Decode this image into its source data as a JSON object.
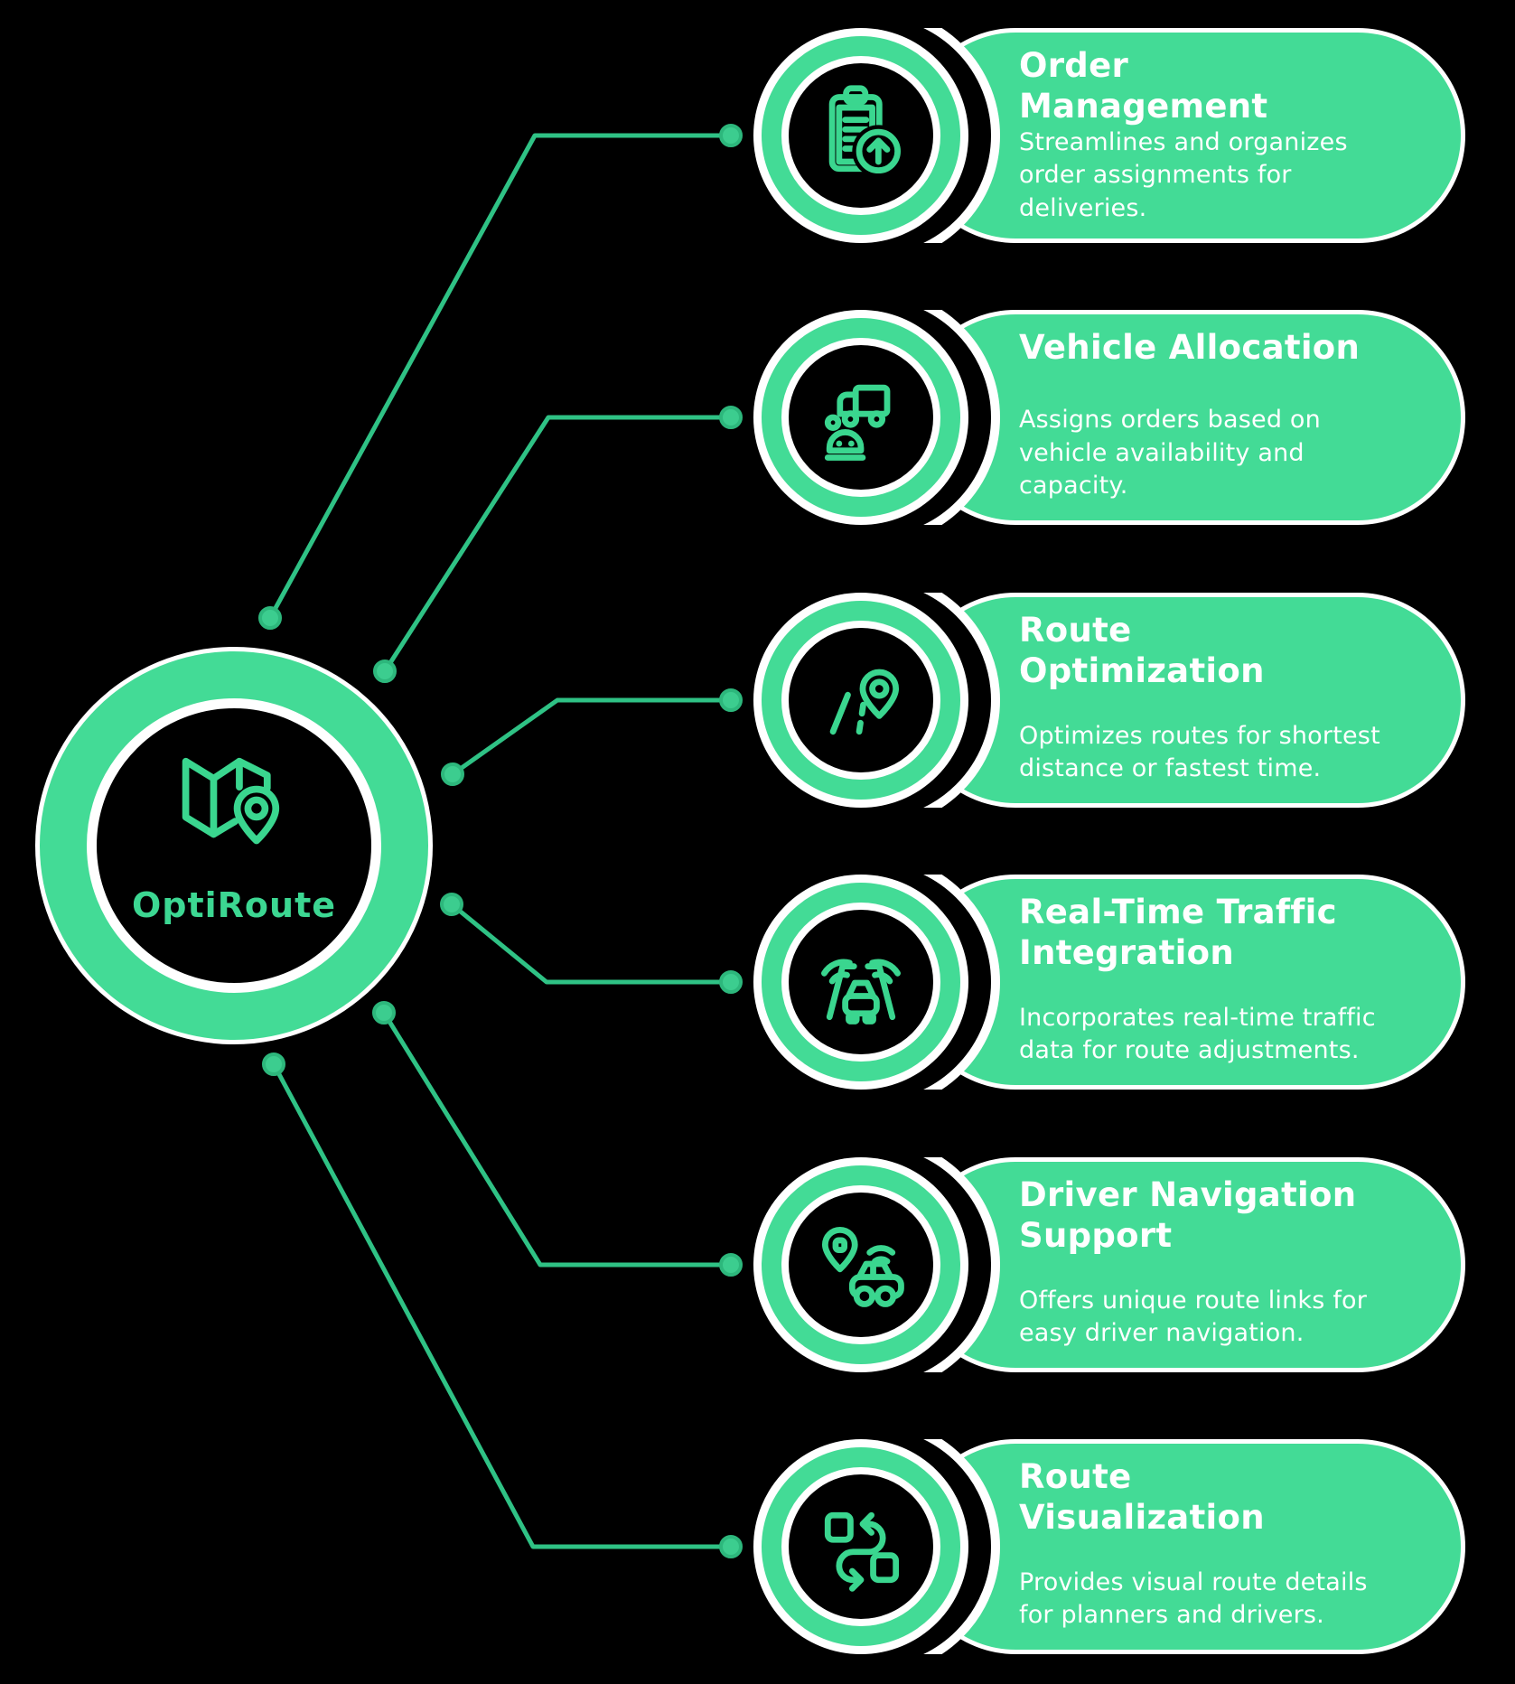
{
  "colors": {
    "background": "#000000",
    "green": "#43DB96",
    "icon_green": "#3AD68F",
    "line_green": "#2FC285",
    "dot_fill": "#3CCD8F",
    "dot_border": "#2DB77C",
    "text_white": "#FFFFFF"
  },
  "hub": {
    "label": "OptiRoute",
    "icon": "map-pin-icon"
  },
  "features": [
    {
      "title": "Order\nManagement",
      "description": "Streamlines and organizes order assignments for deliveries.",
      "icon": "clipboard-upload-icon"
    },
    {
      "title": "Vehicle Allocation",
      "description": "Assigns orders based on vehicle availability and capacity.",
      "icon": "truck-robot-icon"
    },
    {
      "title": "Route\nOptimization",
      "description": "Optimizes routes for shortest distance or fastest time.",
      "icon": "road-pin-icon"
    },
    {
      "title": "Real-Time Traffic\nIntegration",
      "description": "Incorporates real-time traffic data for route adjustments.",
      "icon": "traffic-car-icon"
    },
    {
      "title": "Driver Navigation\nSupport",
      "description": "Offers unique route links for easy driver navigation.",
      "icon": "pin-car-icon"
    },
    {
      "title": "Route\nVisualization",
      "description": "Provides visual route details for planners and drivers.",
      "icon": "route-squares-icon"
    }
  ]
}
